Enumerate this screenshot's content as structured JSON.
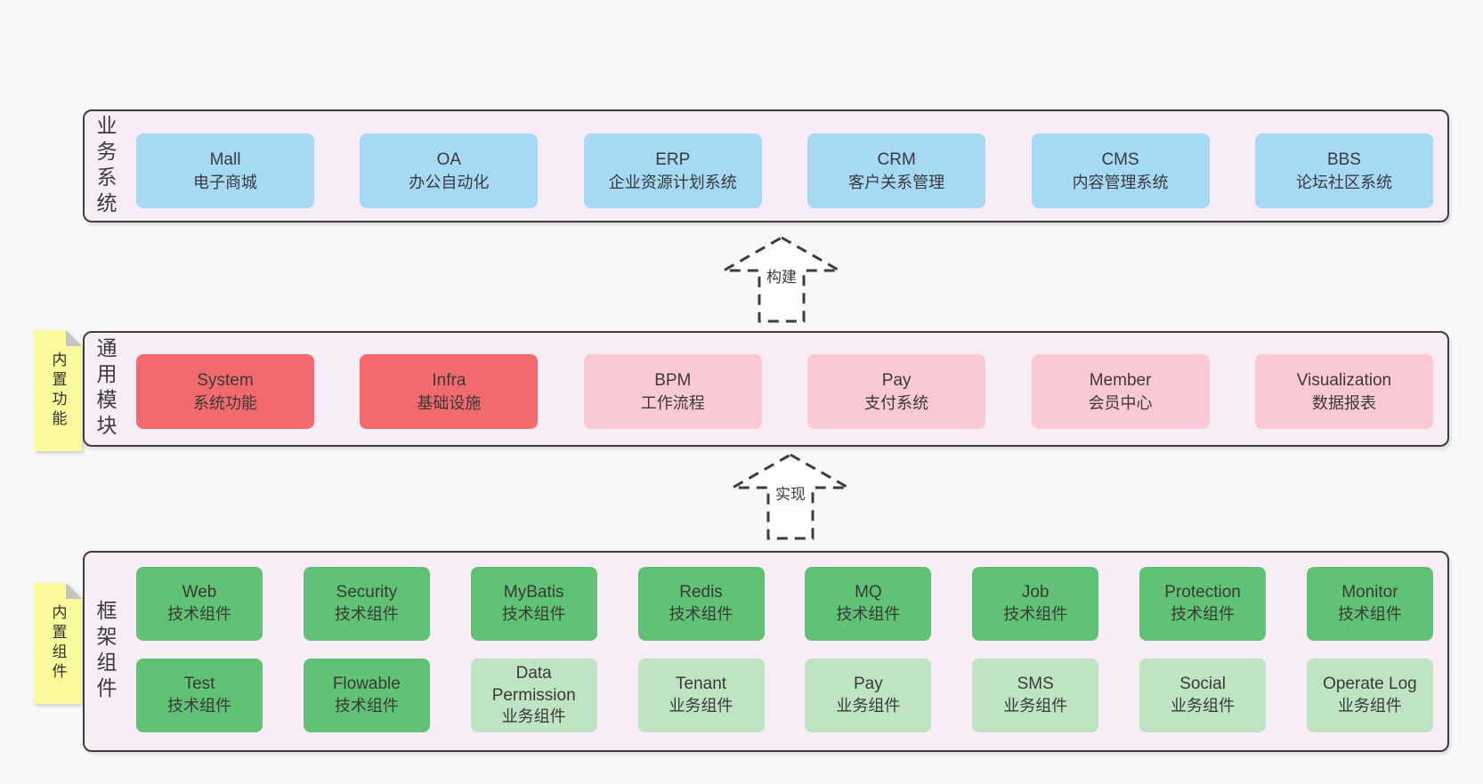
{
  "colors": {
    "page_bg": "#f8f8f8",
    "container_bg": "#f8edf7",
    "container_border": "#3d3d3d",
    "blue": "#a6d9f4",
    "red": "#f2696e",
    "pink": "#fac9d3",
    "green": "#60c275",
    "light_green": "#bee4c3",
    "note_yellow": "#fbfb9d",
    "text": "#3a3a3a"
  },
  "layers": [
    {
      "label": "业务系统",
      "note": "",
      "rows": [
        [
          {
            "name": "Mall",
            "subtitle": "电子商城",
            "variant": "blue"
          },
          {
            "name": "OA",
            "subtitle": "办公自动化",
            "variant": "blue"
          },
          {
            "name": "ERP",
            "subtitle": "企业资源计划系统",
            "variant": "blue"
          },
          {
            "name": "CRM",
            "subtitle": "客户关系管理",
            "variant": "blue"
          },
          {
            "name": "CMS",
            "subtitle": "内容管理系统",
            "variant": "blue"
          },
          {
            "name": "BBS",
            "subtitle": "论坛社区系统",
            "variant": "blue"
          }
        ]
      ]
    },
    {
      "label": "通用模块",
      "note": "内置功能",
      "rows": [
        [
          {
            "name": "System",
            "subtitle": "系统功能",
            "variant": "red"
          },
          {
            "name": "Infra",
            "subtitle": "基础设施",
            "variant": "red"
          },
          {
            "name": "BPM",
            "subtitle": "工作流程",
            "variant": "pink"
          },
          {
            "name": "Pay",
            "subtitle": "支付系统",
            "variant": "pink"
          },
          {
            "name": "Member",
            "subtitle": "会员中心",
            "variant": "pink"
          },
          {
            "name": "Visualization",
            "subtitle": "数据报表",
            "variant": "pink"
          }
        ]
      ]
    },
    {
      "label": "框架组件",
      "note": "内置组件",
      "rows": [
        [
          {
            "name": "Web",
            "subtitle": "技术组件",
            "variant": "green"
          },
          {
            "name": "Security",
            "subtitle": "技术组件",
            "variant": "green"
          },
          {
            "name": "MyBatis",
            "subtitle": "技术组件",
            "variant": "green"
          },
          {
            "name": "Redis",
            "subtitle": "技术组件",
            "variant": "green"
          },
          {
            "name": "MQ",
            "subtitle": "技术组件",
            "variant": "green"
          },
          {
            "name": "Job",
            "subtitle": "技术组件",
            "variant": "green"
          },
          {
            "name": "Protection",
            "subtitle": "技术组件",
            "variant": "green"
          },
          {
            "name": "Monitor",
            "subtitle": "技术组件",
            "variant": "green"
          }
        ],
        [
          {
            "name": "Test",
            "subtitle": "技术组件",
            "variant": "green"
          },
          {
            "name": "Flowable",
            "subtitle": "技术组件",
            "variant": "green"
          },
          {
            "name": "Data Permission",
            "subtitle": "业务组件",
            "variant": "light_green"
          },
          {
            "name": "Tenant",
            "subtitle": "业务组件",
            "variant": "light_green"
          },
          {
            "name": "Pay",
            "subtitle": "业务组件",
            "variant": "light_green"
          },
          {
            "name": "SMS",
            "subtitle": "业务组件",
            "variant": "light_green"
          },
          {
            "name": "Social",
            "subtitle": "业务组件",
            "variant": "light_green"
          },
          {
            "name": "Operate Log",
            "subtitle": "业务组件",
            "variant": "light_green"
          }
        ]
      ]
    }
  ],
  "arrows": [
    {
      "label": "构建"
    },
    {
      "label": "实现"
    }
  ]
}
